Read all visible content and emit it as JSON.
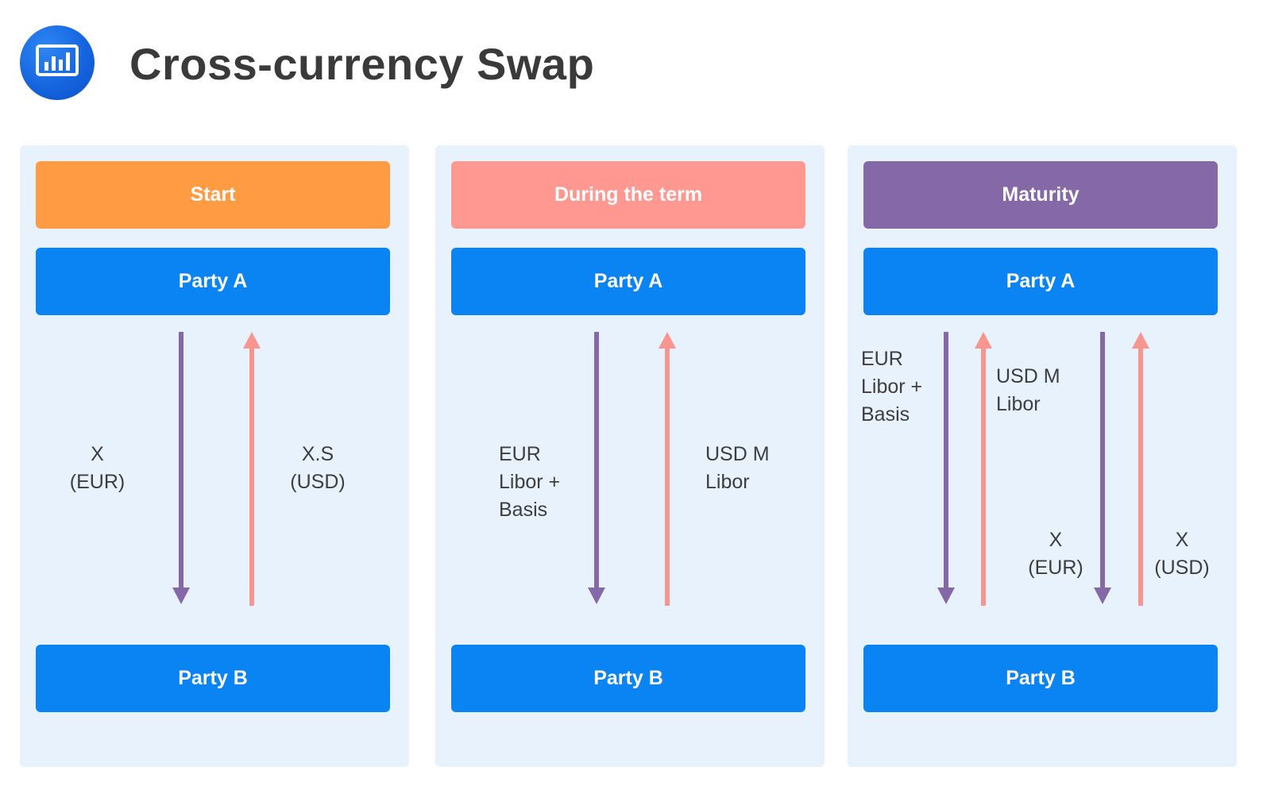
{
  "title": "Cross-currency Swap",
  "icon": "bar-chart-icon",
  "colors": {
    "start": "#ff9c43",
    "during": "#ff9890",
    "maturity": "#8468a8",
    "party": "#0a84f2",
    "arrow_eur": "#8468a8",
    "arrow_usd": "#f8958e",
    "panel": "#e8f2fd"
  },
  "panels": [
    {
      "phase": "Start",
      "party_a": "Party A",
      "party_b": "Party B",
      "labels": [
        "X\n(EUR)",
        "X.S\n(USD)"
      ]
    },
    {
      "phase": "During the term",
      "party_a": "Party A",
      "party_b": "Party B",
      "labels": [
        "EUR\nLibor +\nBasis",
        "USD M\nLibor"
      ]
    },
    {
      "phase": "Maturity",
      "party_a": "Party A",
      "party_b": "Party B",
      "labels": [
        "EUR\nLibor +\nBasis",
        "USD M\nLibor",
        "X\n(EUR)",
        "X\n(USD)"
      ]
    }
  ]
}
